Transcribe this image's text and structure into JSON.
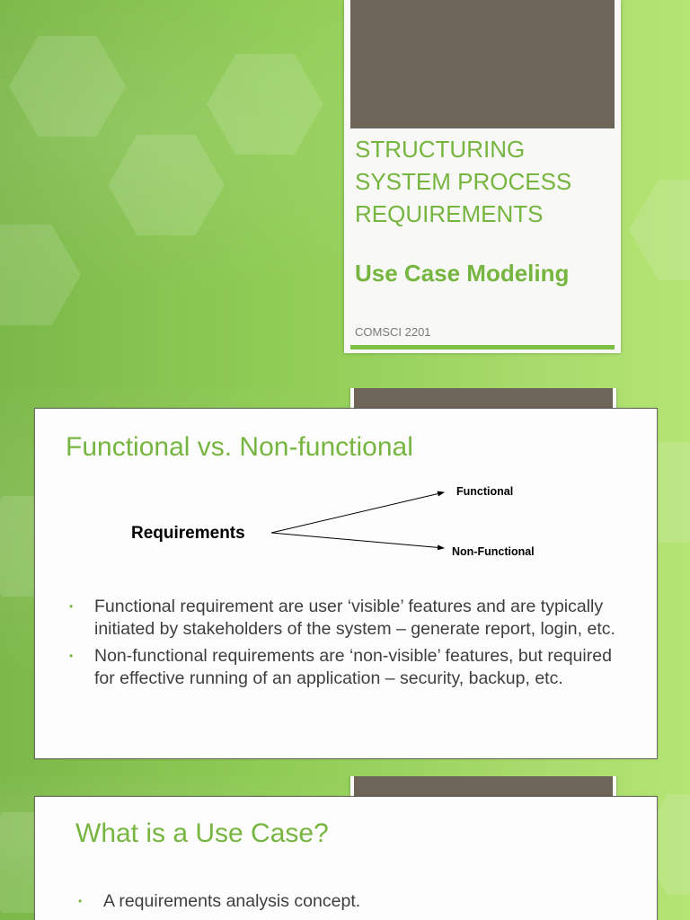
{
  "slide1": {
    "title": "STRUCTURING SYSTEM PROCESS REQUIREMENTS",
    "subtitle": "Use Case Modeling",
    "course": "COMSCI 2201"
  },
  "slide2": {
    "title": "Functional vs. Non-functional",
    "diagram": {
      "root": "Requirements",
      "branch_top": "Functional",
      "branch_bottom": "Non-Functional"
    },
    "bullets": [
      "Functional requirement are user ‘visible’ features and are typically initiated by stakeholders of the system – generate report, login, etc.",
      "Non-functional requirements are ‘non-visible’ features, but required for effective running of an application – security, backup, etc."
    ]
  },
  "slide3": {
    "title": "What is a Use Case?",
    "bullets": [
      "A requirements analysis concept."
    ]
  },
  "colors": {
    "accent_green": "#76b53f",
    "photo_brown": "#6d6557"
  }
}
